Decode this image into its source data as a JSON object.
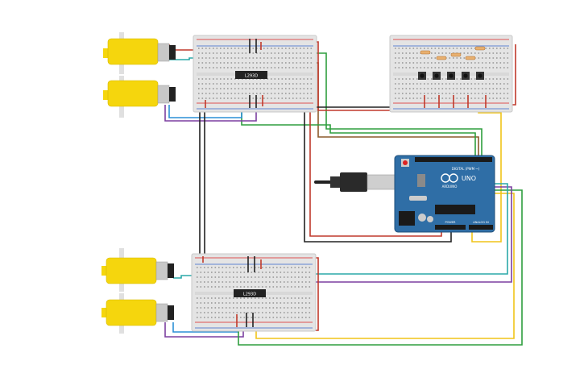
{
  "chips": {
    "top_driver": "L293D",
    "bottom_driver": "L293D"
  },
  "arduino": {
    "brand": "ARDUINO",
    "model": "UNO",
    "digital_label": "DIGITAL (PWM ~)",
    "power_label": "POWER",
    "analog_label": "ANALOG IN"
  },
  "colors": {
    "breadboard": "#e4e4e4",
    "rail_red": "#d22",
    "rail_blue": "#36c",
    "motor_yellow": "#f5d60d",
    "arduino_blue": "#2f6ea6",
    "wire_red": "#c0392b",
    "wire_black": "#222222",
    "wire_green": "#2e9e3e",
    "wire_blue": "#2b8fd6",
    "wire_purple": "#7b3fa0",
    "wire_yellow": "#f0c419",
    "wire_brown": "#8b5a2b",
    "wire_teal": "#2aa8a8"
  }
}
